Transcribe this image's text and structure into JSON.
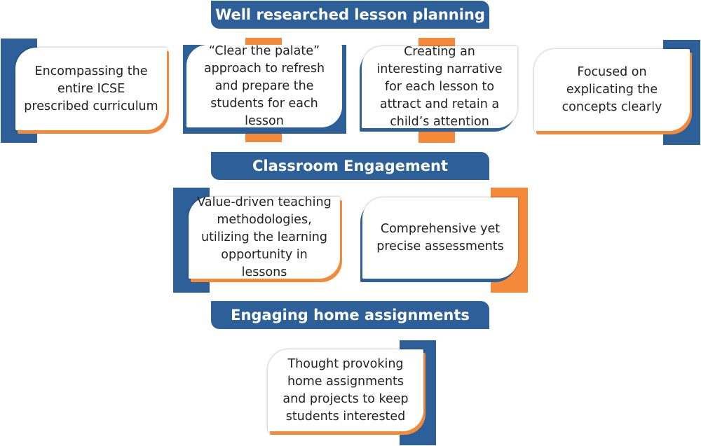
{
  "sections": [
    {
      "title": "Well researched lesson planning",
      "cards": [
        "Encompassing the entire ICSE prescribed curriculum",
        "“Clear the palate” approach to refresh and prepare the students for each lesson",
        "Creating an interesting narrative for each lesson to attract and retain a child’s attention",
        "Focused on explicating the concepts clearly"
      ]
    },
    {
      "title": "Classroom Engagement",
      "cards": [
        "Value-driven teaching methodologies, utilizing the learning opportunity in lessons",
        "Comprehensive yet precise assessments"
      ]
    },
    {
      "title": "Engaging home assignments",
      "cards": [
        "Thought provoking home assignments and projects to keep students interested"
      ]
    }
  ],
  "colors": {
    "blue": "#2d5f98",
    "orange": "#f5893a"
  }
}
